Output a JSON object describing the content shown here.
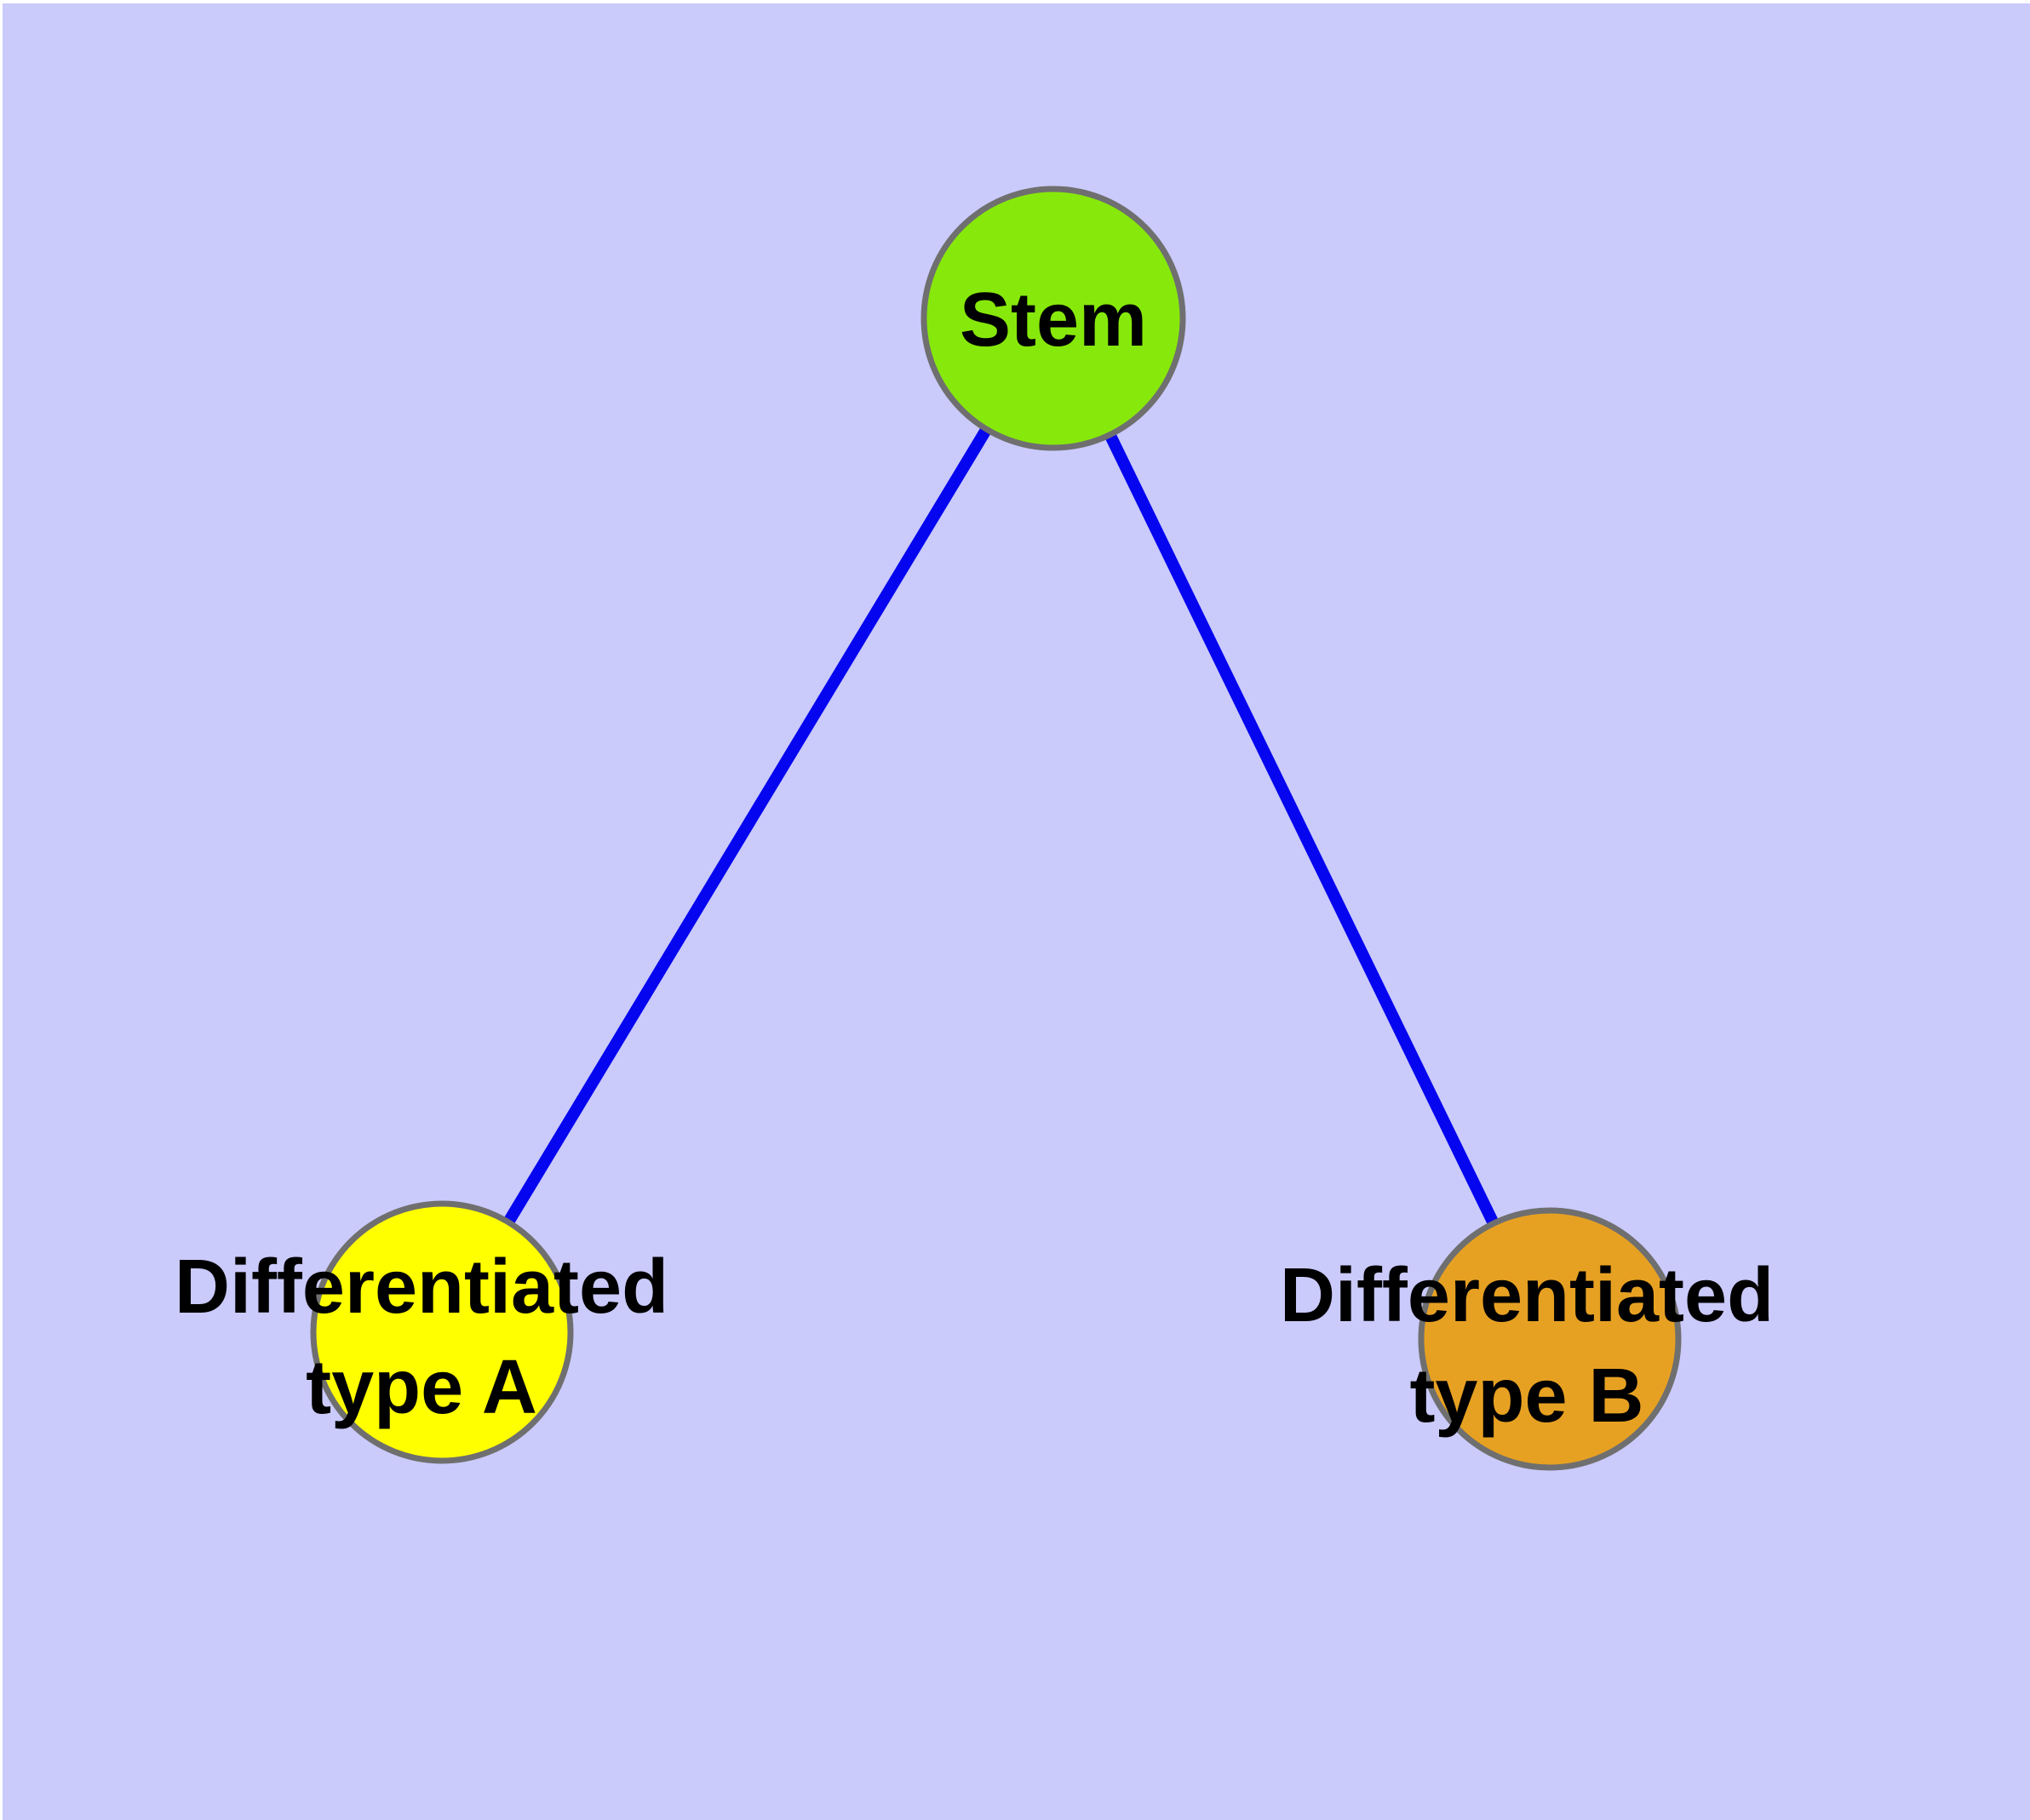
{
  "diagram": {
    "background_color": "#CACAFB",
    "canvas_color": "#FFFFFF",
    "edge_color": "#0505F0",
    "node_border_color": "#6F6F6F",
    "text_color": "#000000",
    "nodes": {
      "stem": {
        "label": "Stem",
        "fill": "#87E90B"
      },
      "type_a": {
        "label": "Differentiated\ntype A",
        "fill": "#FFFF00"
      },
      "type_b": {
        "label": "Differentiated\ntype B",
        "fill": "#E7A122"
      }
    },
    "edges": [
      {
        "from": "Stem",
        "to": "Differentiated type A"
      },
      {
        "from": "Stem",
        "to": "Differentiated type B"
      }
    ]
  }
}
